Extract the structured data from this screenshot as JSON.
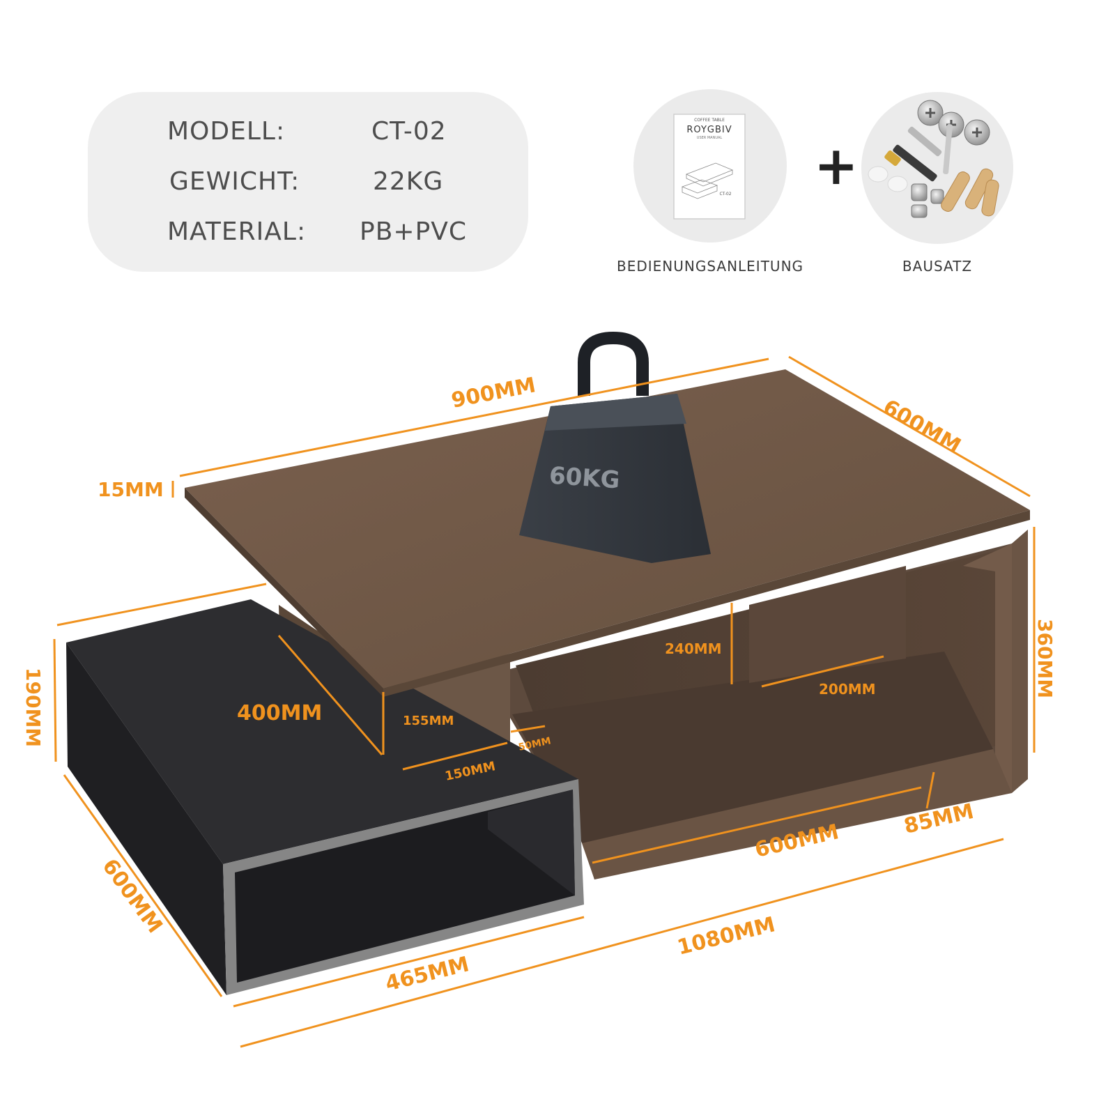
{
  "specs": {
    "rows": [
      {
        "label": "MODELL:",
        "value": "CT-02"
      },
      {
        "label": "GEWICHT:",
        "value": "22KG"
      },
      {
        "label": "MATERIAL:",
        "value": "PB+PVC"
      }
    ]
  },
  "accessories": {
    "manual": {
      "caption": "BEDIENUNGSANLEITUNG",
      "booklet_title": "ROYGBIV",
      "booklet_subtitle_top": "COFFEE TABLE",
      "booklet_subtitle_bottom": "USER MANUAL",
      "booklet_model": "CT-02"
    },
    "plus_symbol": "+",
    "kit": {
      "caption": "BAUSATZ"
    }
  },
  "product": {
    "weight_label": "60KG",
    "colors": {
      "wood": "#6e5646",
      "black": "#2a2a2c",
      "accent": "#f0921e"
    },
    "dimensions": {
      "top_length": "900MM",
      "top_depth": "600MM",
      "top_thickness": "15MM",
      "height_total": "360MM",
      "black_box_height": "190MM",
      "black_box_depth": "600MM",
      "black_box_width": "465MM",
      "total_length": "1080MM",
      "shelf_length": "600MM",
      "leg_offset": "85MM",
      "inner_height": "240MM",
      "inner_depth": "200MM",
      "overhang_depth": "400MM",
      "post_height": "155MM",
      "post_width": "150MM",
      "post_thickness": "50MM"
    }
  }
}
